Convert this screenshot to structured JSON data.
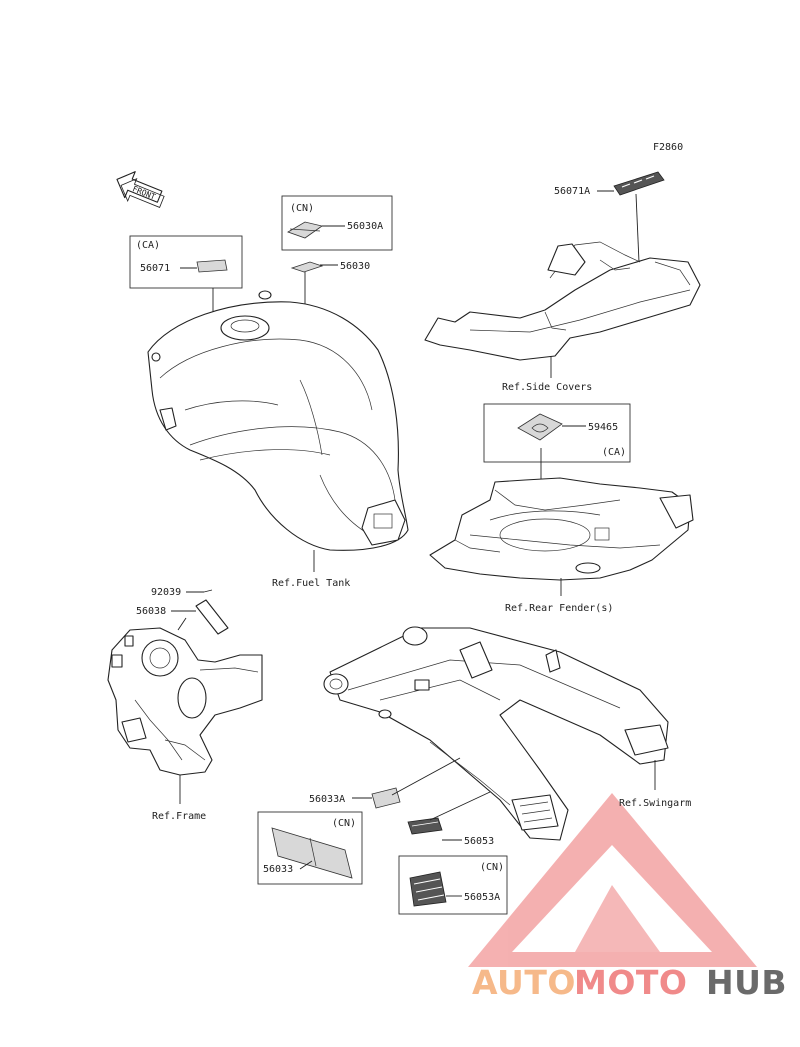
{
  "figure_code": "F2860",
  "front_arrow": "FRONT",
  "parts": {
    "p56071": "56071",
    "p56071_region": "(CA)",
    "p56030A": "56030A",
    "p56030A_region": "(CN)",
    "p56030": "56030",
    "p56071A": "56071A",
    "p59465": "59465",
    "p59465_region": "(CA)",
    "p92039": "92039",
    "p56038": "56038",
    "p56033A": "56033A",
    "p56033": "56033",
    "p56033_region": "(CN)",
    "p56053": "56053",
    "p56053A": "56053A",
    "p56053A_region": "(CN)"
  },
  "refs": {
    "fuel_tank": "Ref.Fuel Tank",
    "side_covers": "Ref.Side Covers",
    "rear_fender": "Ref.Rear Fender(s)",
    "frame": "Ref.Frame",
    "swingarm": "Ref.Swingarm"
  },
  "watermark": {
    "part1": "AUTO",
    "part2": "MOTO",
    "part3": "HUB",
    "color_light": "#f6b98a",
    "color_red": "#f08a8a",
    "color_dark": "#6a6a6a"
  }
}
